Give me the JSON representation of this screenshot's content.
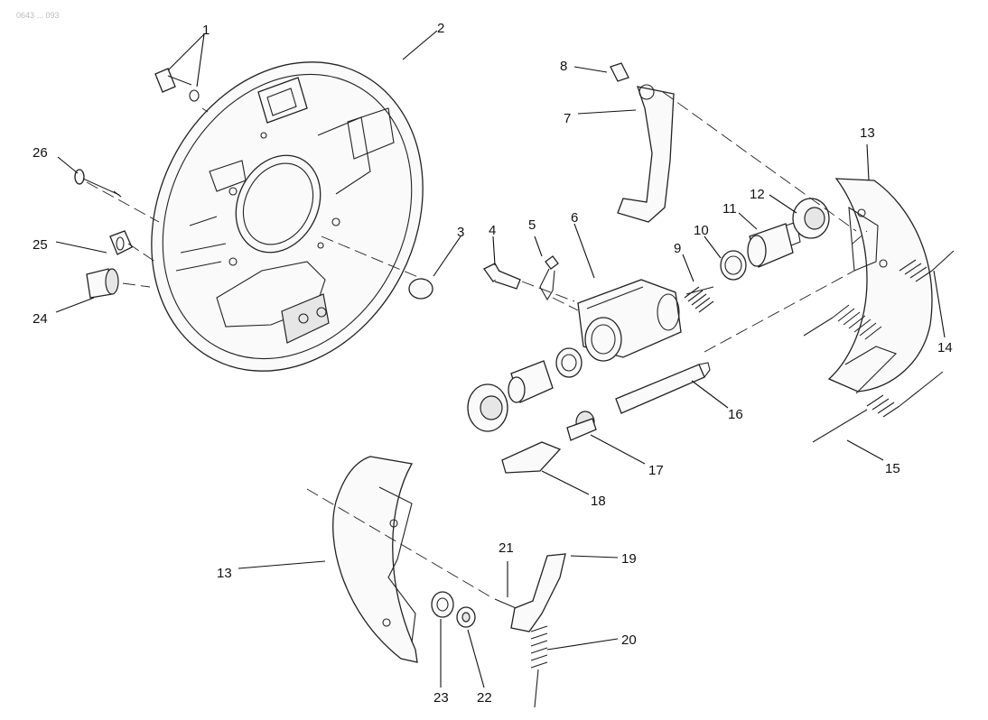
{
  "corner_mark": "0643 ... 093",
  "parts": [
    {
      "id": "1",
      "label": "1"
    },
    {
      "id": "2",
      "label": "2"
    },
    {
      "id": "3",
      "label": "3"
    },
    {
      "id": "4",
      "label": "4"
    },
    {
      "id": "5",
      "label": "5"
    },
    {
      "id": "6",
      "label": "6"
    },
    {
      "id": "7",
      "label": "7"
    },
    {
      "id": "8",
      "label": "8"
    },
    {
      "id": "9",
      "label": "9"
    },
    {
      "id": "10",
      "label": "10"
    },
    {
      "id": "11",
      "label": "11"
    },
    {
      "id": "12",
      "label": "12"
    },
    {
      "id": "13a",
      "label": "13"
    },
    {
      "id": "13b",
      "label": "13"
    },
    {
      "id": "14",
      "label": "14"
    },
    {
      "id": "15",
      "label": "15"
    },
    {
      "id": "16",
      "label": "16"
    },
    {
      "id": "17",
      "label": "17"
    },
    {
      "id": "18",
      "label": "18"
    },
    {
      "id": "19",
      "label": "19"
    },
    {
      "id": "20",
      "label": "20"
    },
    {
      "id": "21",
      "label": "21"
    },
    {
      "id": "22",
      "label": "22"
    },
    {
      "id": "23",
      "label": "23"
    },
    {
      "id": "24",
      "label": "24"
    },
    {
      "id": "25",
      "label": "25"
    },
    {
      "id": "26",
      "label": "26"
    }
  ]
}
